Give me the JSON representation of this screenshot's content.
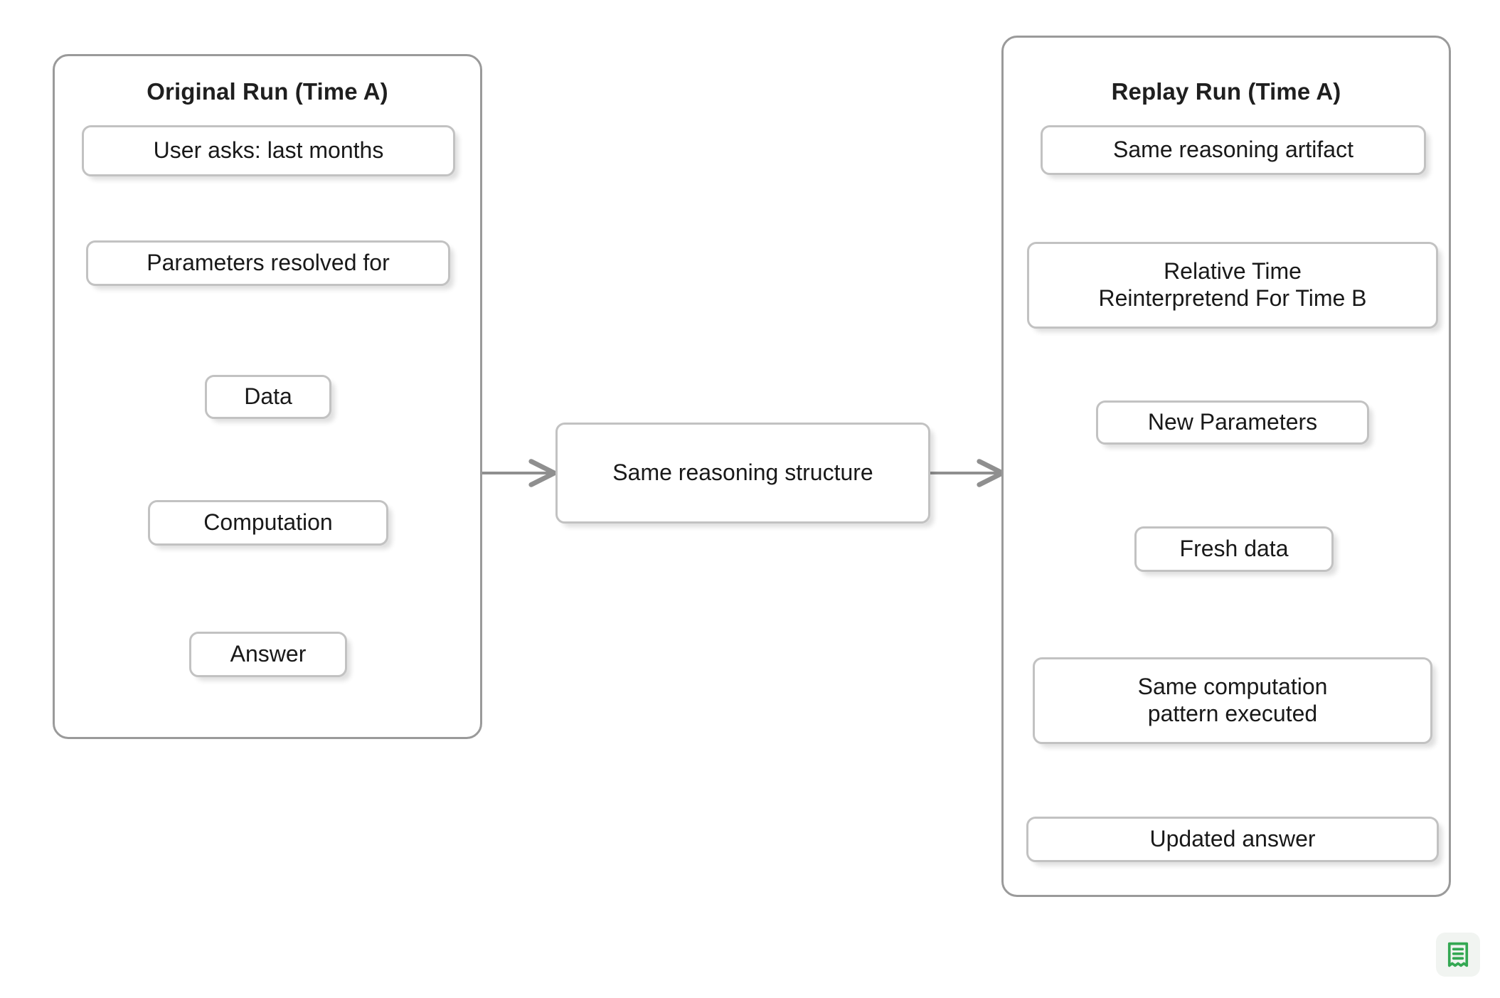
{
  "diagram": {
    "type": "flowchart",
    "background_color": "#ffffff",
    "edge_color": "#8f8f8f",
    "node_border_color": "#c2c2c2",
    "cluster_border_color": "#9a9a9a",
    "text_color": "#191919",
    "clusters": [
      {
        "id": "original",
        "title": "Original Run (Time A)",
        "nodes": [
          {
            "id": "user-asks",
            "label": "User asks: last months"
          },
          {
            "id": "parameters-resolved",
            "label": "Parameters resolved for"
          },
          {
            "id": "data",
            "label": "Data"
          },
          {
            "id": "computation",
            "label": "Computation"
          },
          {
            "id": "answer",
            "label": "Answer"
          }
        ]
      },
      {
        "id": "replay",
        "title": "Replay Run (Time A)",
        "nodes": [
          {
            "id": "same-artifact",
            "label": "Same reasoning artifact"
          },
          {
            "id": "relative-time",
            "label": "Relative Time\nReinterpretend For Time B"
          },
          {
            "id": "new-parameters",
            "label": "New Parameters"
          },
          {
            "id": "fresh-data",
            "label": "Fresh data"
          },
          {
            "id": "same-computation",
            "label": "Same computation\npattern executed"
          },
          {
            "id": "updated-answer",
            "label": "Updated answer"
          }
        ]
      }
    ],
    "bridge_node": {
      "id": "same-structure",
      "label": "Same reasoning structure"
    },
    "edges": [
      {
        "from": "user-asks",
        "to": "parameters-resolved"
      },
      {
        "from": "parameters-resolved",
        "to": "data"
      },
      {
        "from": "data",
        "to": "computation"
      },
      {
        "from": "computation",
        "to": "answer"
      },
      {
        "from": "original",
        "to": "same-structure"
      },
      {
        "from": "same-structure",
        "to": "replay"
      },
      {
        "from": "same-artifact",
        "to": "relative-time"
      },
      {
        "from": "relative-time",
        "to": "new-parameters"
      },
      {
        "from": "new-parameters",
        "to": "fresh-data"
      },
      {
        "from": "fresh-data",
        "to": "same-computation"
      },
      {
        "from": "same-computation",
        "to": "updated-answer"
      }
    ]
  },
  "corner_icon": {
    "name": "receipt-icon",
    "color": "#34a853",
    "background_color": "#f1f4f1"
  }
}
